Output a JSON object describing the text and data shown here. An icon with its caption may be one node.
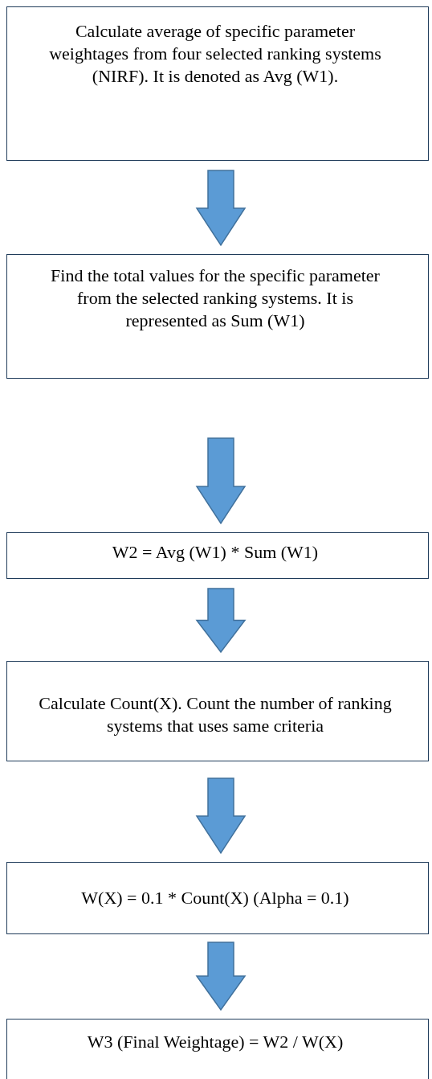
{
  "diagram": {
    "nodes": [
      {
        "text": [
          "Calculate average of specific parameter weightages from four selected ranking systems (NIRF). It is denoted as Avg (W1)."
        ]
      },
      {
        "text": [
          "Find the total values for the specific parameter from the selected ranking systems. It is represented as Sum (W1)"
        ]
      },
      {
        "text": [
          "W2 = Avg (W1) * Sum (W1)"
        ]
      },
      {
        "text": [
          "Calculate Count(X). Count the number of ranking systems that uses same criteria"
        ]
      },
      {
        "text": [
          "W(X) = 0.1 * Count(X) (Alpha = 0.1)"
        ]
      },
      {
        "text": [
          "W3 (Final Weightage) = W2 / W(X)"
        ]
      }
    ],
    "edges": [
      {
        "from": 0,
        "to": 1,
        "arrow": "to"
      },
      {
        "from": 1,
        "to": 2,
        "arrow": "to"
      },
      {
        "from": 2,
        "to": 3,
        "arrow": "to"
      },
      {
        "from": 3,
        "to": 4,
        "arrow": "to"
      },
      {
        "from": 4,
        "to": 5,
        "arrow": "to"
      }
    ]
  }
}
